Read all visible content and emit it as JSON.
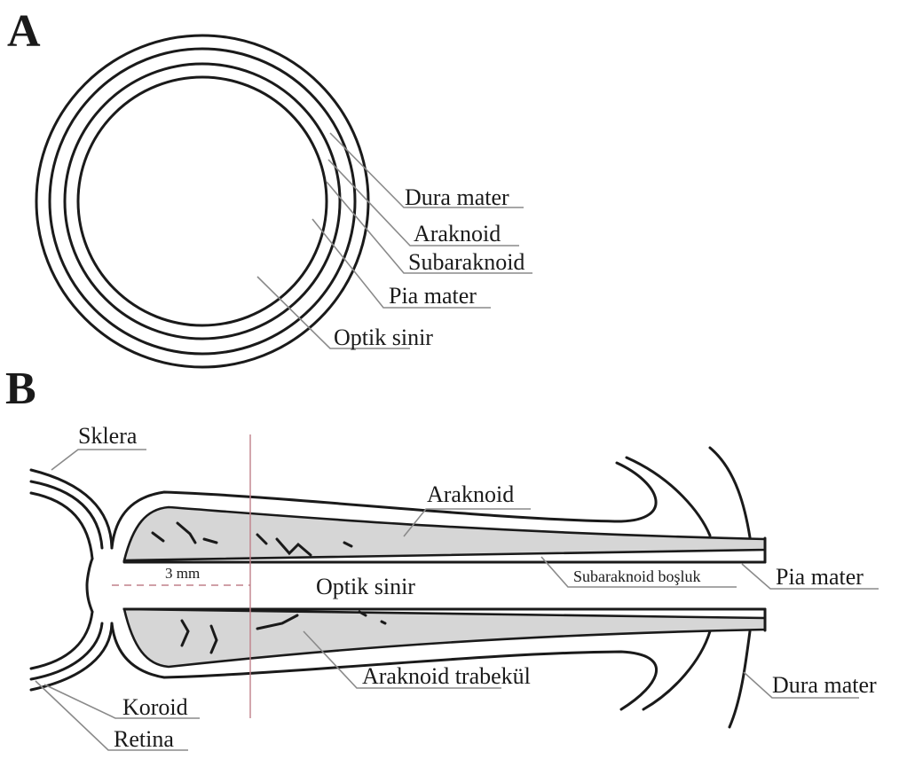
{
  "panels": {
    "a": {
      "letter": "A",
      "labels": {
        "dura": "Dura mater",
        "araknoid": "Araknoid",
        "subaraknoid": "Subaraknoid",
        "pia": "Pia mater",
        "optik": "Optik sinir"
      }
    },
    "b": {
      "letter": "B",
      "labels": {
        "sklera": "Sklera",
        "araknoid": "Araknoid",
        "measure": "3 mm",
        "optik": "Optik sinir",
        "subaraknoid_bosluk": "Subaraknoid boşluk",
        "pia": "Pia mater",
        "trabekul": "Araknoid trabekül",
        "dura": "Dura mater",
        "koroid": "Koroid",
        "retina": "Retina"
      }
    }
  },
  "colors": {
    "ink": "#1a1a1a",
    "leader": "#8a8a8a",
    "space_fill": "#d6d6d6",
    "guide": "#c0808a"
  }
}
